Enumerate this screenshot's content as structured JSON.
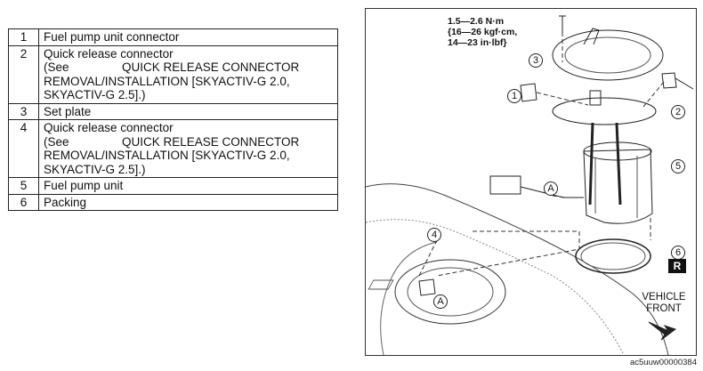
{
  "parts": [
    {
      "num": "1",
      "lines": [
        "Fuel pump unit connector"
      ]
    },
    {
      "num": "2",
      "lines": [
        "Quick release connector",
        "REMOVAL/INSTALLATION [SKYACTIV-G 2.0,",
        "SKYACTIV-G 2.5].)"
      ],
      "see": {
        "word": "(See",
        "text": "QUICK RELEASE CONNECTOR"
      }
    },
    {
      "num": "3",
      "lines": [
        "Set plate"
      ]
    },
    {
      "num": "4",
      "lines": [
        "Quick release connector",
        "REMOVAL/INSTALLATION [SKYACTIV-G 2.0,",
        "SKYACTIV-G 2.5].)"
      ],
      "see": {
        "word": "(See",
        "text": "QUICK RELEASE CONNECTOR"
      }
    },
    {
      "num": "5",
      "lines": [
        "Fuel pump unit"
      ]
    },
    {
      "num": "6",
      "lines": [
        "Packing"
      ]
    }
  ],
  "figure": {
    "torque": [
      "1.5—2.6 N·m",
      "{16—26 kgf·cm,",
      "14—23 in·lbf}"
    ],
    "callouts": [
      "1",
      "2",
      "3",
      "4",
      "5",
      "6"
    ],
    "label_a": "A",
    "r_badge": "R",
    "vehicle_front": [
      "VEHICLE",
      "FRONT"
    ],
    "figure_id": "ac5uuw00000384"
  }
}
